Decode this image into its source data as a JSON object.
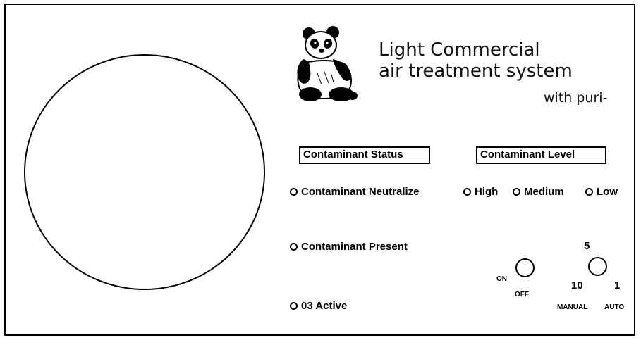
{
  "header": {
    "title_line1": "Light Commercial",
    "title_line2": "air treatment system",
    "subtitle": "with puri-"
  },
  "status_section": {
    "heading": "Contaminant Status",
    "indicators": [
      {
        "label": "Contaminant Neutralize"
      },
      {
        "label": "Contaminant Present"
      },
      {
        "label": "03 Active"
      }
    ]
  },
  "level_section": {
    "heading": "Contaminant Level",
    "indicators": [
      {
        "label": "High"
      },
      {
        "label": "Medium"
      },
      {
        "label": "Low"
      }
    ]
  },
  "power_switch": {
    "on_label": "ON",
    "off_label": "OFF"
  },
  "mode_dial": {
    "top_label": "5",
    "left_label": "10",
    "right_label": "1",
    "manual_label": "MANUAL",
    "auto_label": "AUTO"
  },
  "icons": {
    "logo": "panda-logo-icon"
  }
}
